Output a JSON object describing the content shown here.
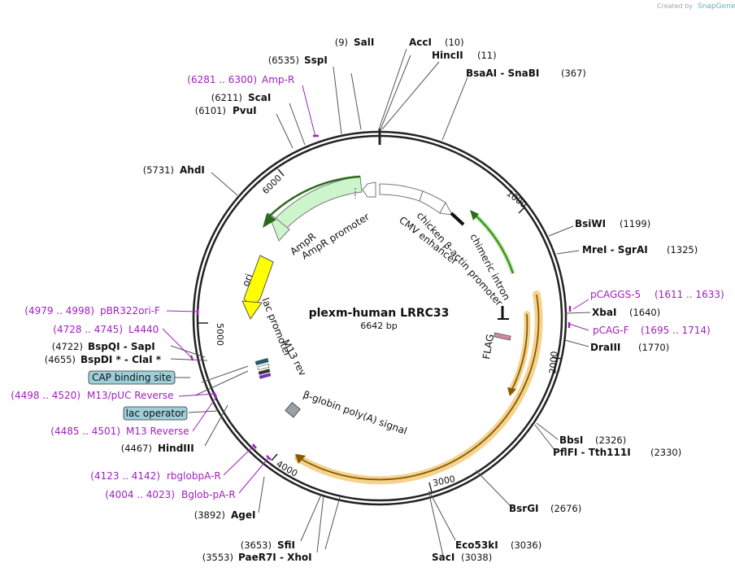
{
  "watermark": {
    "prefix": "Created by",
    "brand": "SnapGene"
  },
  "plasmid": {
    "name": "plexm-human LRRC33",
    "length": "6642 bp"
  },
  "ticks": [
    "1000",
    "2000",
    "3000",
    "4000",
    "5000",
    "6000"
  ],
  "enzymes": [
    {
      "pos": "(9)",
      "name": "SalI"
    },
    {
      "pos": "(10)",
      "name": "AccI"
    },
    {
      "pos": "(11)",
      "name": "HincII"
    },
    {
      "pos": "(367)",
      "name": "BsaAI - SnaBI"
    },
    {
      "pos": "(6535)",
      "name": "SspI"
    },
    {
      "pos": "(6211)",
      "name": "ScaI"
    },
    {
      "pos": "(6101)",
      "name": "PvuI"
    },
    {
      "pos": "(5731)",
      "name": "AhdI"
    },
    {
      "pos": "(1199)",
      "name": "BsiWI"
    },
    {
      "pos": "(1325)",
      "name": "MreI - SgrAI"
    },
    {
      "pos": "(1640)",
      "name": "XbaI"
    },
    {
      "pos": "(1770)",
      "name": "DraIII"
    },
    {
      "pos": "(4722)",
      "name": "BspQI - SapI"
    },
    {
      "pos": "(4655)",
      "name": "BspDI * - ClaI *"
    },
    {
      "pos": "(4467)",
      "name": "HindIII"
    },
    {
      "pos": "(2326)",
      "name": "BbsI"
    },
    {
      "pos": "(2330)",
      "name": "PflFI - Tth111I"
    },
    {
      "pos": "(2676)",
      "name": "BsrGI"
    },
    {
      "pos": "(3892)",
      "name": "AgeI"
    },
    {
      "pos": "(3653)",
      "name": "SfiI"
    },
    {
      "pos": "(3553)",
      "name": "PaeR7I - XhoI"
    },
    {
      "pos": "(3036)",
      "name": "Eco53kI"
    },
    {
      "pos": "(3038)",
      "name": "SacI"
    }
  ],
  "primers": [
    {
      "pos": "(6281 .. 6300)",
      "name": "Amp-R"
    },
    {
      "pos": "(1611 .. 1633)",
      "name": "pCAGGS-5"
    },
    {
      "pos": "(1695 .. 1714)",
      "name": "pCAG-F"
    },
    {
      "pos": "(4979 .. 4998)",
      "name": "pBR322ori-F"
    },
    {
      "pos": "(4728 .. 4745)",
      "name": "L4440"
    },
    {
      "pos": "(4498 .. 4520)",
      "name": "M13/pUC Reverse"
    },
    {
      "pos": "(4485 .. 4501)",
      "name": "M13 Reverse"
    },
    {
      "pos": "(4123 .. 4142)",
      "name": "rbglobpA-R"
    },
    {
      "pos": "(4004 .. 4023)",
      "name": "Bglob-pA-R"
    }
  ],
  "boxed_features": [
    "CAP binding site",
    "lac operator"
  ],
  "features": {
    "cmv": "CMV enhancer",
    "chicken": "chicken β-actin promoter",
    "intron": "chimeric intron",
    "flag": "FLAG",
    "globin": "β-globin poly(A) signal",
    "m13rev": "M13 rev",
    "lacpro": "lac promoter",
    "ori": "ori",
    "ampr": "AmpR",
    "amppro": "AmpR promoter"
  },
  "colors": {
    "ring": "#222222",
    "primer": "#a020c0",
    "ampr_fill": "#ccf5cc",
    "ori_fill": "#ffff00",
    "orf_outline": "#f0c060",
    "boxed_fill": "#9ecfd8",
    "intron_outline": "#a0e080"
  }
}
